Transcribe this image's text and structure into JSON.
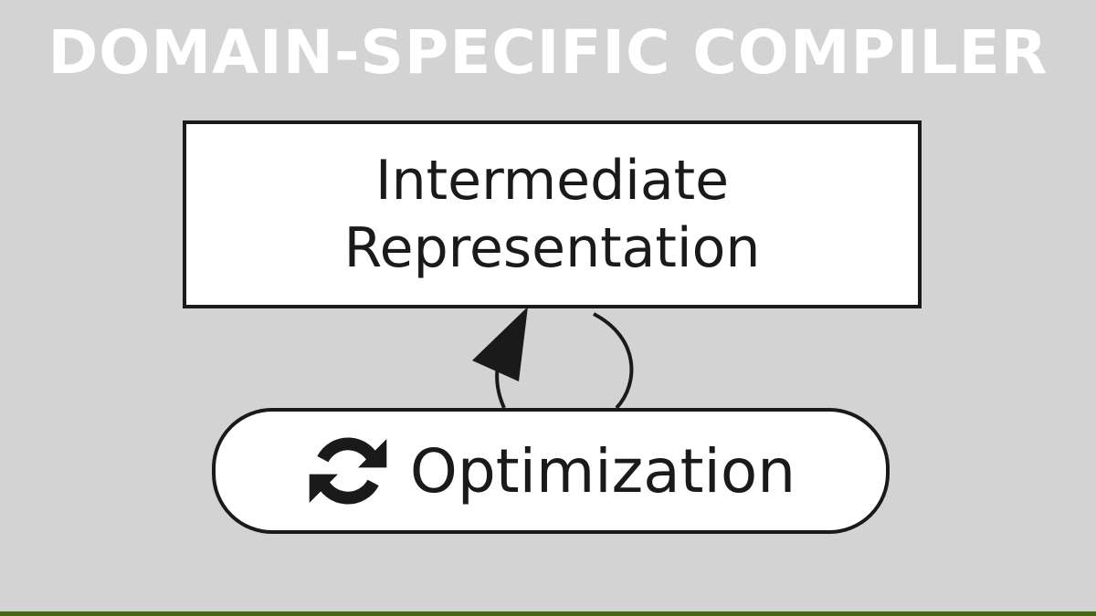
{
  "title": "DOMAIN-SPECIFIC COMPILER",
  "ir_box": {
    "line1": "Intermediate",
    "line2": "Representation"
  },
  "optimization": {
    "icon": "refresh-icon",
    "label": "Optimization"
  },
  "loop_arrow": {
    "icon": "circular-arrow-icon",
    "direction": "from Optimization back up into Intermediate Representation"
  },
  "colors": {
    "background": "#d3d3d3",
    "title": "#ffffff",
    "stroke": "#1a1a1a",
    "footer_bar": "#456812"
  }
}
